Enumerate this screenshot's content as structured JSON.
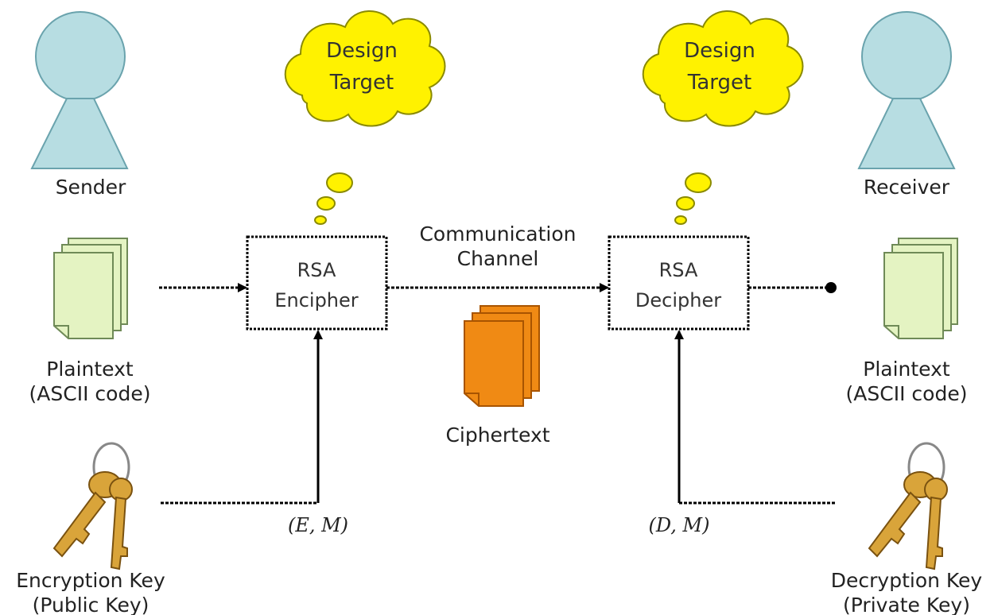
{
  "sender": {
    "label": "Sender"
  },
  "receiver": {
    "label": "Receiver"
  },
  "plaintext_in": {
    "line1": "Plaintext",
    "line2": "(ASCII code)"
  },
  "plaintext_out": {
    "line1": "Plaintext",
    "line2": "(ASCII code)"
  },
  "encipher": {
    "line1": "RSA",
    "line2": "Encipher"
  },
  "decipher": {
    "line1": "RSA",
    "line2": "Decipher"
  },
  "cloud_left": {
    "line1": "Design",
    "line2": "Target"
  },
  "cloud_right": {
    "line1": "Design",
    "line2": "Target"
  },
  "channel": {
    "line1": "Communication",
    "line2": "Channel"
  },
  "ciphertext": {
    "label": "Ciphertext"
  },
  "enc_key": {
    "line1": "Encryption Key",
    "line2": "(Public Key)",
    "param": "(E, M)"
  },
  "dec_key": {
    "line1": "Decryption Key",
    "line2": "(Private Key)",
    "param": "(D, M)"
  },
  "colors": {
    "person_fill": "#b7dde2",
    "person_stroke": "#6aa3ad",
    "doc_fill": "#e4f3c2",
    "doc_stroke": "#6f8a57",
    "cipher_fill": "#f08a14",
    "cipher_stroke": "#a85400",
    "cloud_fill": "#fff200",
    "cloud_stroke": "#8a8a00",
    "key_fill": "#d9a43a",
    "key_stroke": "#7a5210",
    "line": "#000000"
  }
}
